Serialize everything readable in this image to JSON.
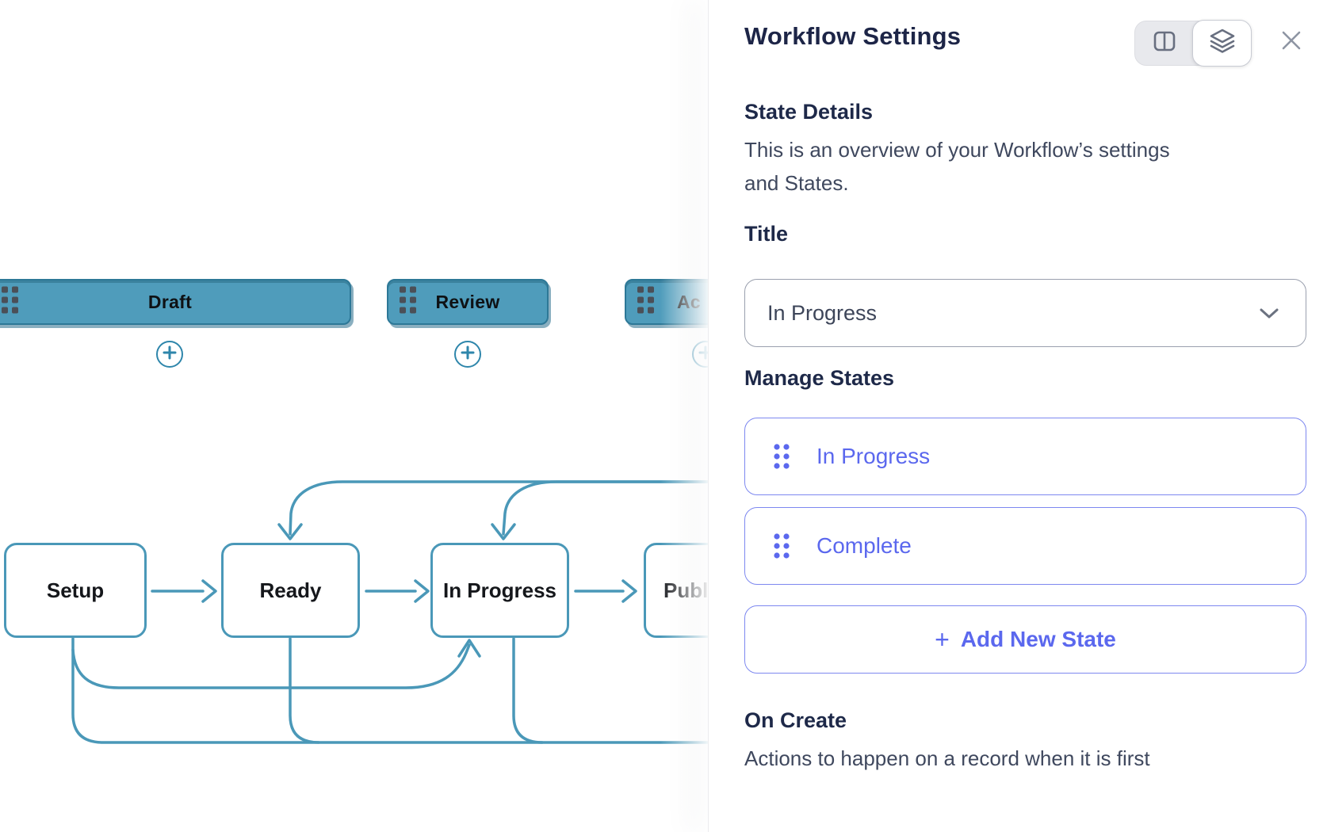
{
  "window": {
    "title": "Workflow Settings"
  },
  "canvas": {
    "state_bars": [
      {
        "label": "Draft"
      },
      {
        "label": "Review"
      },
      {
        "label": "Ac"
      }
    ],
    "flow_nodes": [
      {
        "label": "Setup"
      },
      {
        "label": "Ready"
      },
      {
        "label": "In Progress"
      },
      {
        "label": "Publ"
      }
    ]
  },
  "panel": {
    "title": "Workflow Settings",
    "state_details": {
      "heading": "State Details",
      "description": "This is an overview of your Workflow’s settings\nand States."
    },
    "title_field": {
      "label": "Title",
      "value": "In Progress"
    },
    "manage_states": {
      "heading": "Manage States",
      "states": [
        {
          "label": "In Progress"
        },
        {
          "label": "Complete"
        }
      ],
      "add_button": {
        "plus": "+",
        "label": "Add New State"
      }
    },
    "on_create": {
      "heading": "On Create",
      "description": "Actions to happen on a record when it is first"
    }
  },
  "colors": {
    "teal_fill": "#4f9cbb",
    "teal_line": "#4a98b8",
    "indigo_accent": "#5b68ee",
    "indigo_border": "#7d88f0",
    "heading_navy": "#1e2949",
    "body_slate": "#3f485e"
  }
}
